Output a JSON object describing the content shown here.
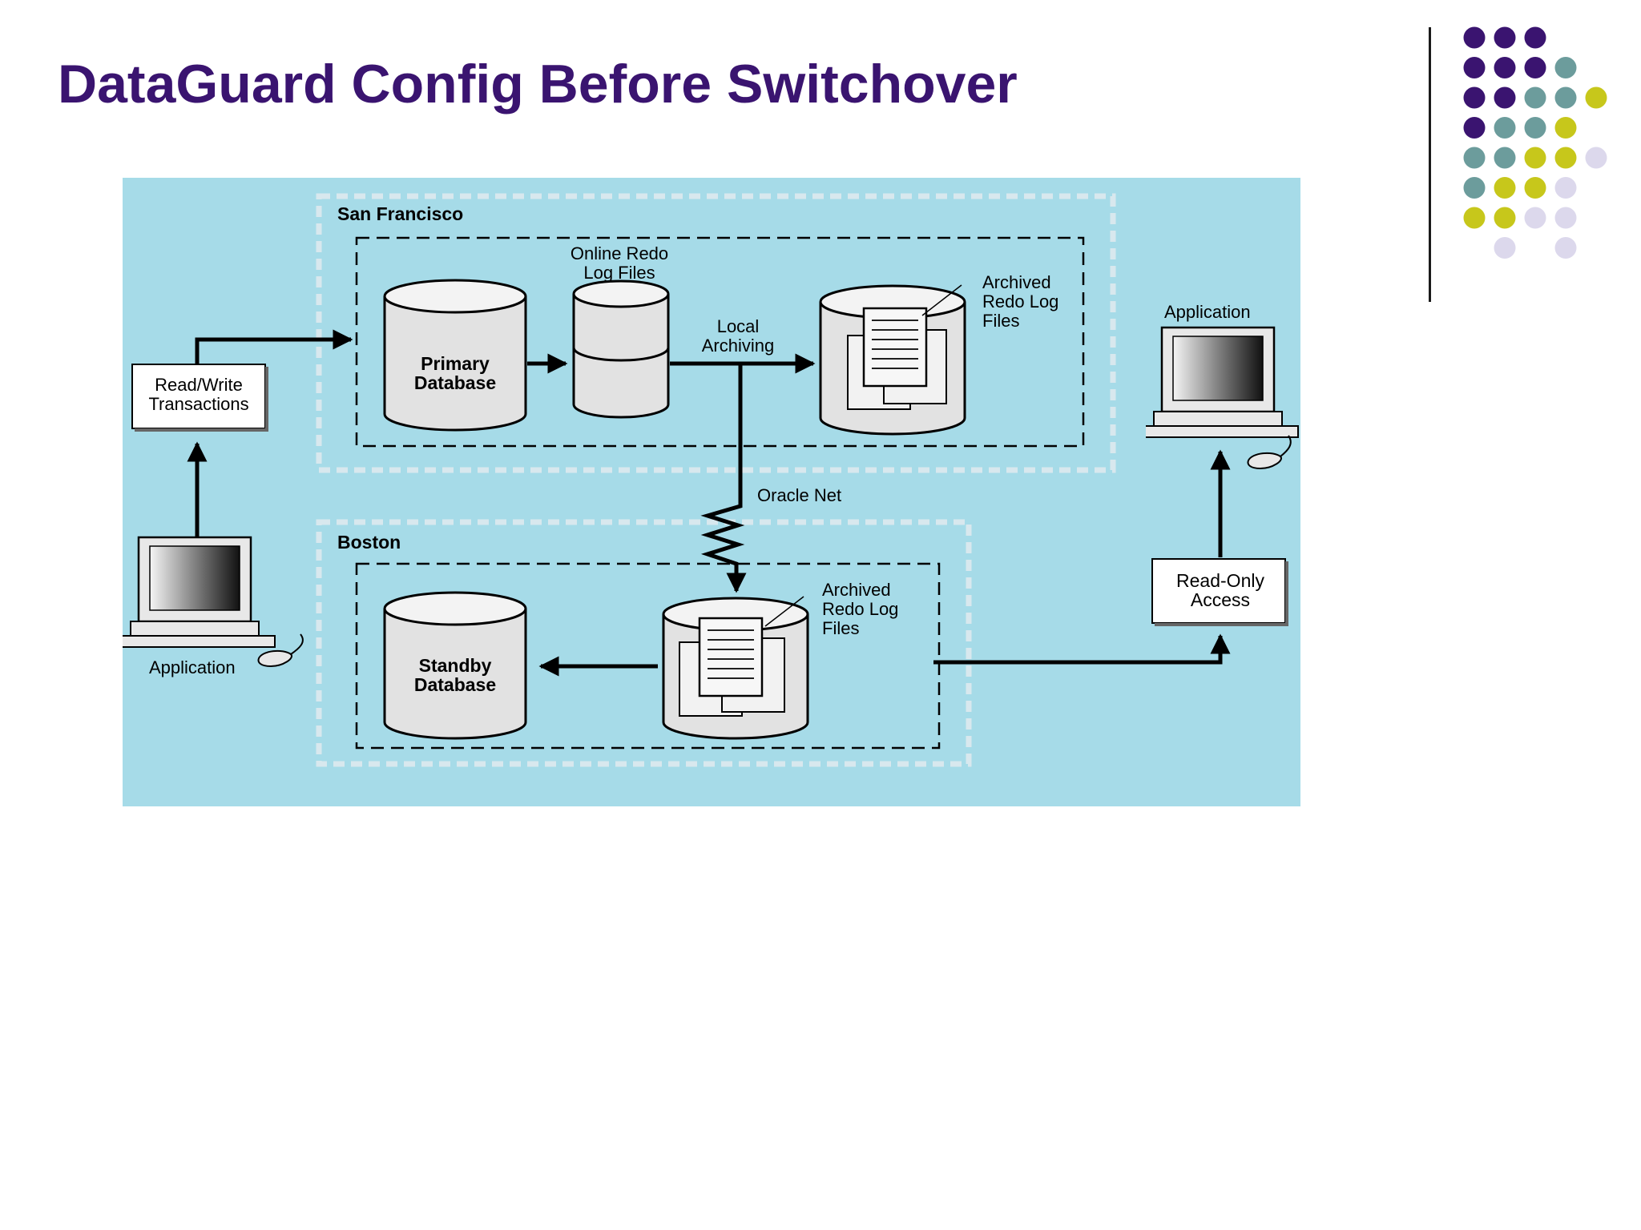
{
  "slide": {
    "title": "DataGuard Config Before Switchover"
  },
  "diagram": {
    "sites": {
      "primary": "San Francisco",
      "standby": "Boston"
    },
    "primary_db": {
      "line1": "Primary",
      "line2": "Database"
    },
    "online_redo": {
      "line1": "Online Redo",
      "line2": "Log Files"
    },
    "local_archiving": {
      "line1": "Local",
      "line2": "Archiving"
    },
    "archived_primary": {
      "line1": "Archived",
      "line2": "Redo Log",
      "line3": "Files"
    },
    "oracle_net": "Oracle Net",
    "standby_db": {
      "line1": "Standby",
      "line2": "Database"
    },
    "archived_standby": {
      "line1": "Archived",
      "line2": "Redo Log",
      "line3": "Files"
    },
    "read_write": {
      "line1": "Read/Write",
      "line2": "Transactions"
    },
    "read_only": {
      "line1": "Read-Only",
      "line2": "Access"
    },
    "app_left": "Application",
    "app_right": "Application"
  },
  "colors": {
    "title": "#3a1470",
    "diagram_bg": "#a6dbe8",
    "dot_purple": "#3a1470",
    "dot_teal": "#6c9c9c",
    "dot_olive": "#c7c71b",
    "dot_lavender": "#dcd8ec"
  }
}
